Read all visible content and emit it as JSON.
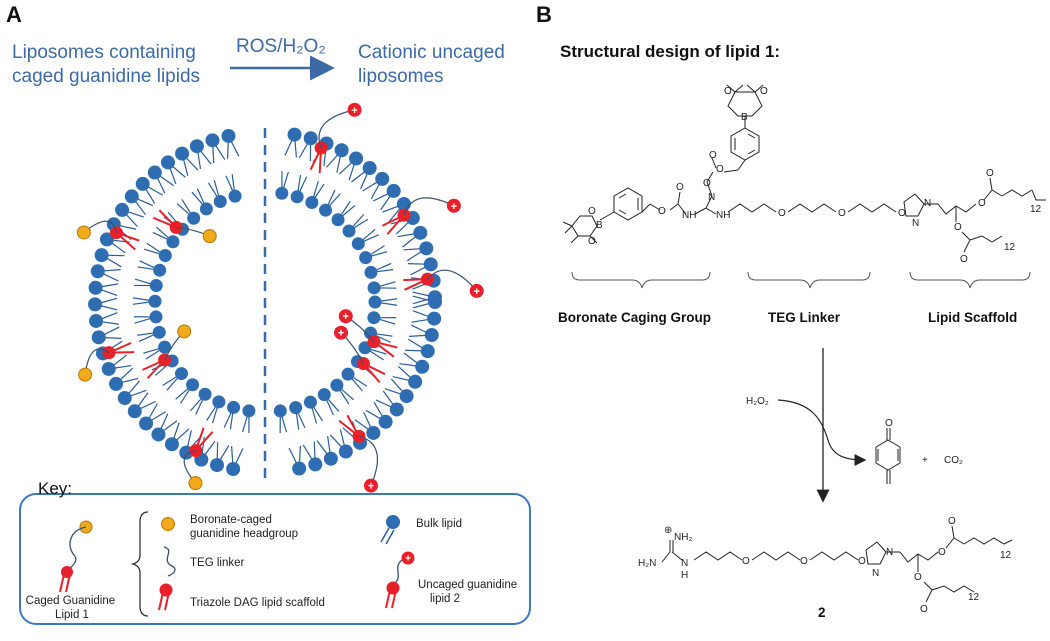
{
  "panel_a": {
    "letter": "A",
    "left_heading": [
      "Liposomes containing",
      "caged guanidine lipids"
    ],
    "arrow_label": "ROS/H₂O₂",
    "right_heading": [
      "Cationic uncaged",
      "liposomes"
    ],
    "key": {
      "title": "Key:",
      "caged_lipid_label": [
        "Caged Guanidine",
        "Lipid 1"
      ],
      "items": {
        "headgroup": [
          "Boronate-caged",
          "guanidine headgroup"
        ],
        "linker": "TEG linker",
        "scaffold": "Triazole DAG lipid scaffold",
        "bulk": "Bulk lipid",
        "uncaged": [
          "Uncaged guanidine",
          "lipid 2"
        ]
      }
    },
    "colors": {
      "bulk_lipid": "#2f6db2",
      "scaffold": "#e8202a",
      "headgroup": "#f2a91c",
      "heading": "#3d6aa6",
      "key_border": "#3a7ac0"
    }
  },
  "panel_b": {
    "letter": "B",
    "title": "Structural design of lipid 1:",
    "segment_labels": [
      "Boronate Caging Group",
      "TEG Linker",
      "Lipid Scaffold"
    ],
    "reagent": "H₂O₂",
    "byproduct_plus": "+",
    "byproduct": "CO₂",
    "product_number": "2",
    "atoms": {
      "oxygen": "O",
      "boron": "B",
      "nitrogen": "N",
      "nh": "NH",
      "h": "H",
      "nh2": "NH₂",
      "h2n": "H₂N",
      "chain_subscript": "12",
      "charge": "⊕"
    }
  }
}
